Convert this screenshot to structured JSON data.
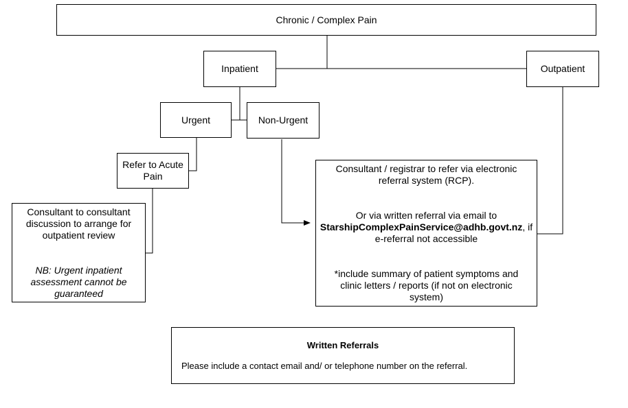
{
  "nodes": {
    "root": "Chronic / Complex Pain",
    "inpatient": "Inpatient",
    "outpatient": "Outpatient",
    "urgent": "Urgent",
    "non_urgent": "Non-Urgent",
    "refer_acute_line1": "Refer to Acute",
    "refer_acute_line2": "Pain",
    "c2c_line1": "Consultant to consultant",
    "c2c_line2": "discussion to arrange for",
    "c2c_line3": "outpatient review",
    "nb_line1": "NB: Urgent inpatient",
    "nb_line2": "assessment cannot be",
    "nb_line3": "guaranteed",
    "eref_line1": "Consultant / registrar to refer via electronic",
    "eref_line2": "referral system (RCP).",
    "eref_line3": "Or via written referral via email to",
    "eref_email": "StarshipComplexPainService@adhb.govt.nz",
    "eref_line4_suffix": ", if",
    "eref_line5": "e-referral not accessible",
    "eref_line6": "*include summary of patient symptoms and",
    "eref_line7": "clinic letters / reports (if not on electronic",
    "eref_line8": "system)"
  },
  "written_referrals": {
    "title": "Written Referrals",
    "body": "Please include a contact email and/ or telephone number on the referral."
  }
}
